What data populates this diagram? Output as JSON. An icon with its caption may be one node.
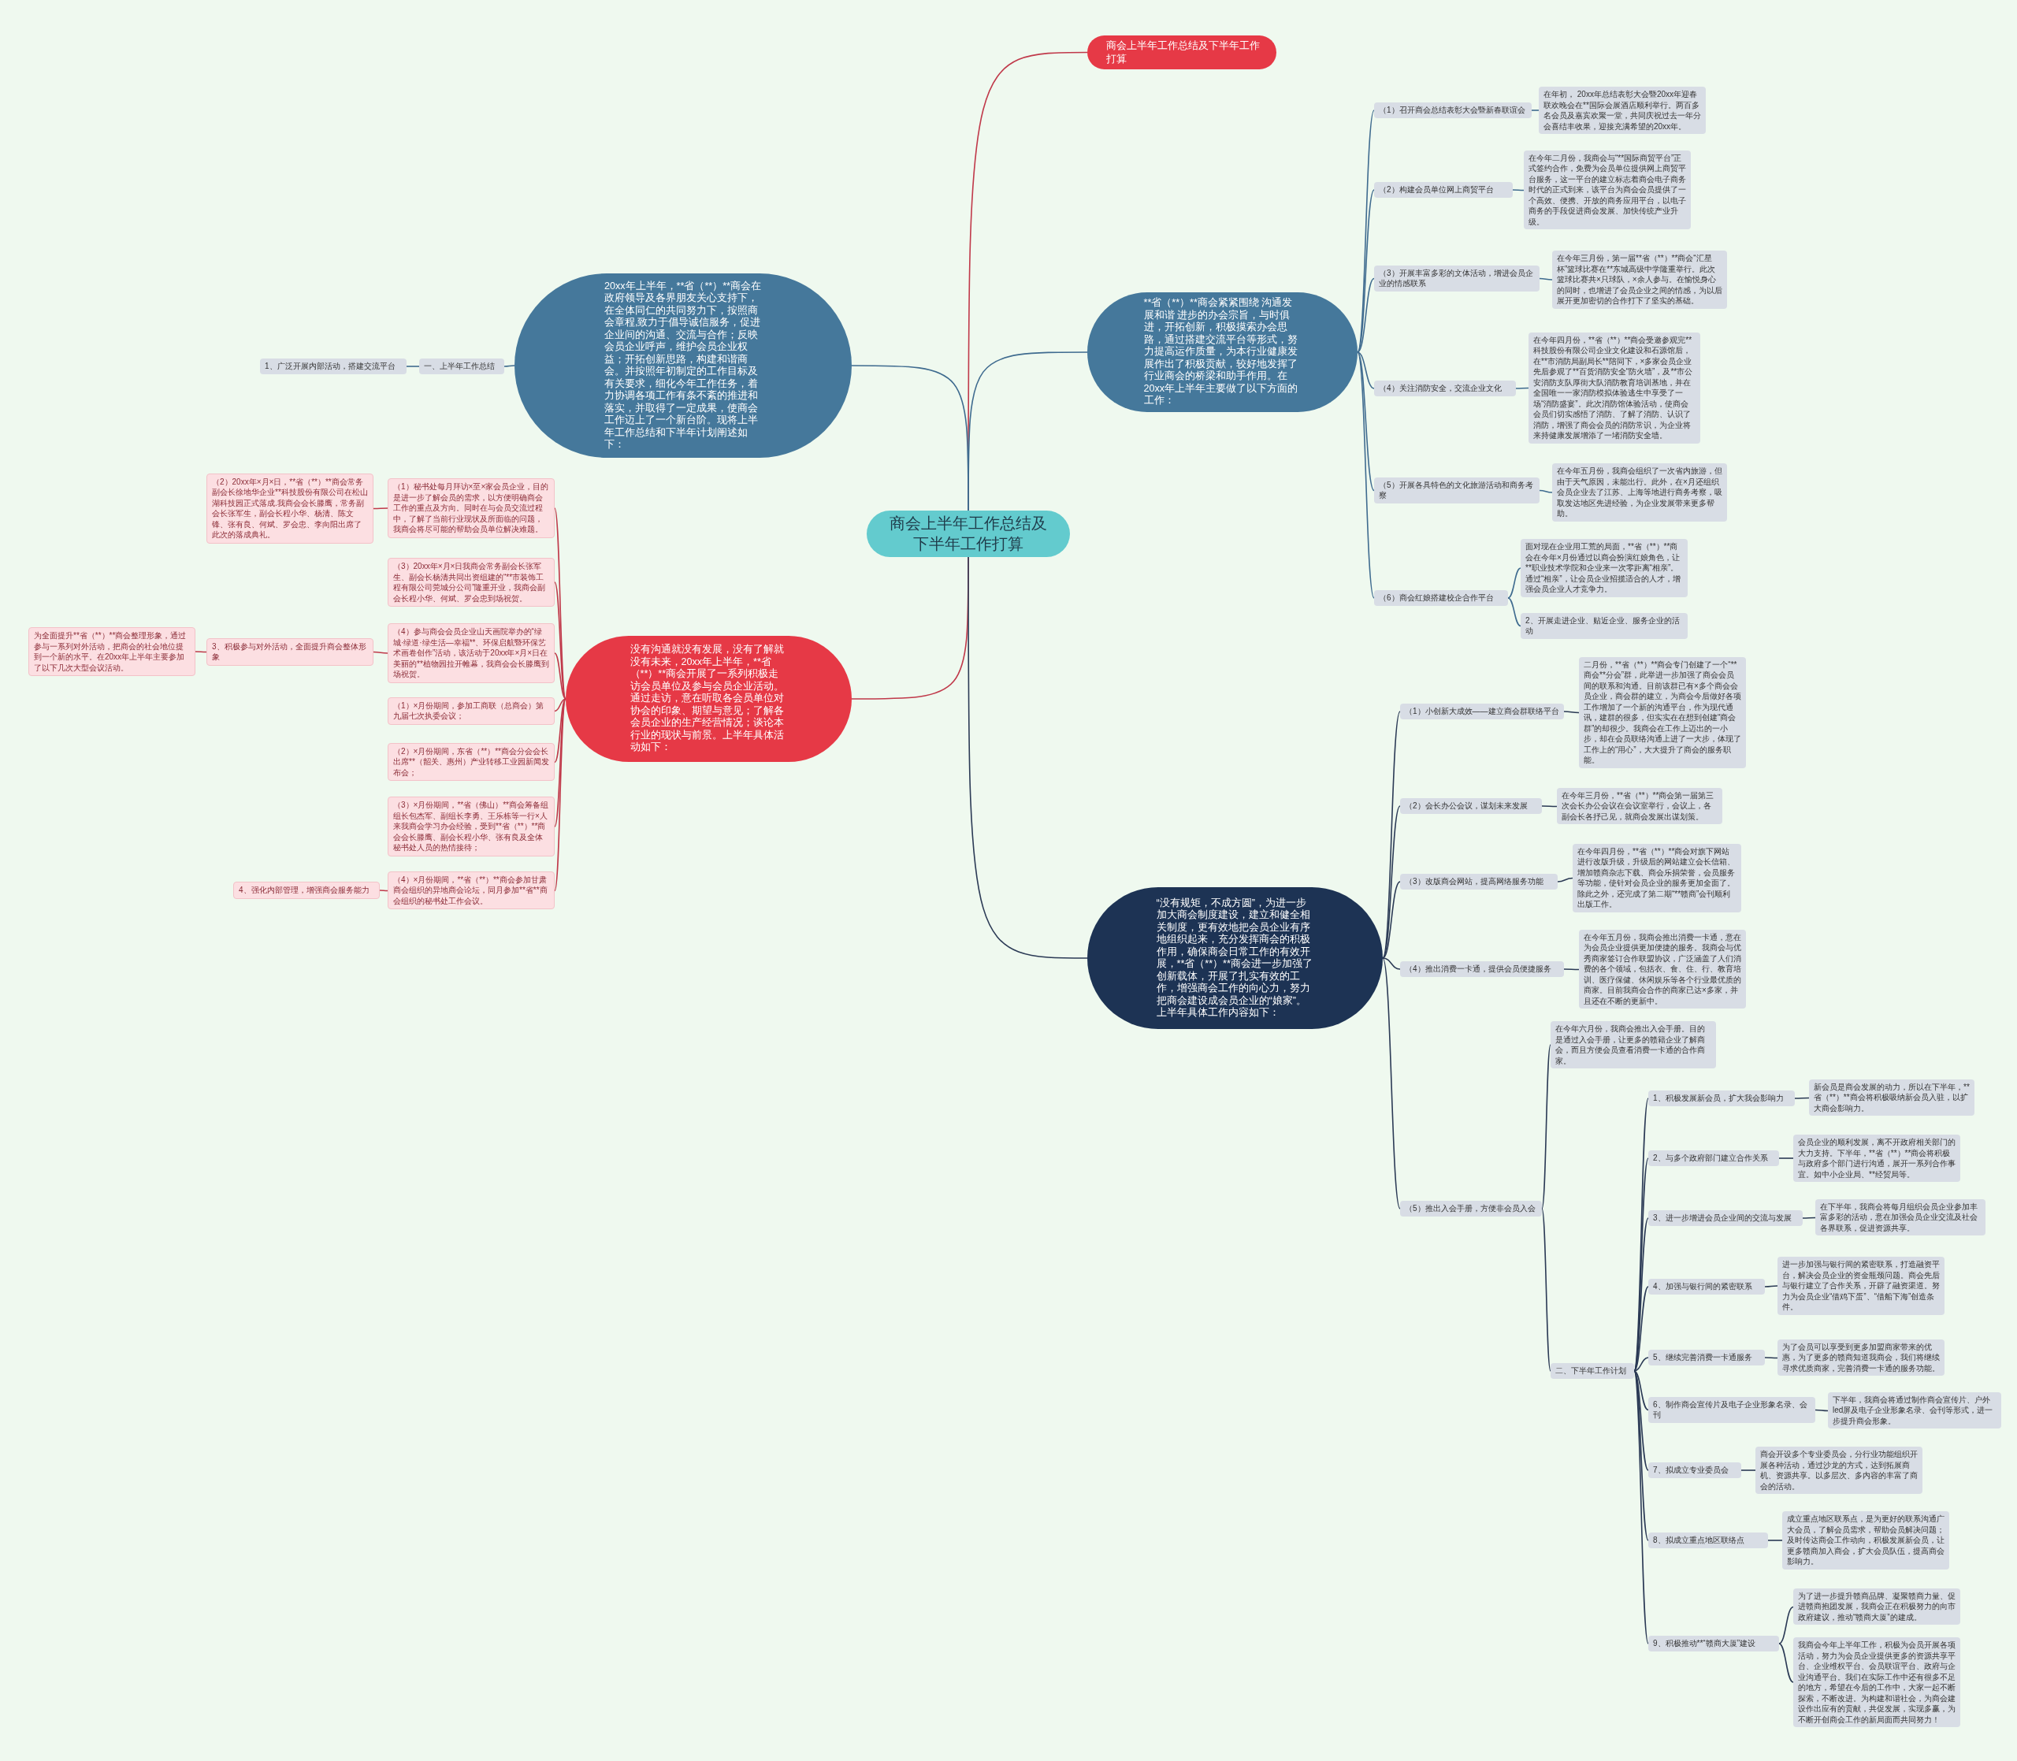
{
  "diagram": {
    "nodes": [
      {
        "text": [
          "商会上半年工作总结及下半年工作打算"
        ]
      },
      {
        "text": [
          "商会上半年工作总结及下半年工作打算"
        ]
      },
      {
        "text": [
          "20xx年上半年，**省（**）**商会在政府领导及各界朋友关心支持下，在全体同仁的共同努力下，按照商会章程,致力于倡导诚信服务，促进企业间的沟通、交流与合作；反映会员企业呼声，维护会员企业权益；开拓创新思路，构建和谐商会。并按照年初制定的工作目标及有关要求，细化今年工作任务，着力协调各项工作有条不紊的推进和落实，并取得了一定成果，使商会工作迈上了一个新台阶。现将上半年工作总结和下半年计划阐述如下："
        ]
      },
      {
        "text": [
          "一、上半年工作总结"
        ]
      },
      {
        "text": [
          "1、广泛开展内部活动，搭建交流平台"
        ]
      },
      {
        "text": [
          "**省（**）**商会紧紧围绕 沟通发展和谐 进步的办会宗旨，与时俱进，开拓创新，积极摸索办会思路，通过搭建交流平台等形式，努力提高运作质量，为本行业健康发展作出了积极贡献，较好地发挥了行业商会的桥梁和助手作用。在20xx年上半年主要做了以下方面的工作："
        ]
      },
      {
        "text": [
          "（1）召开商会总结表彰大会暨新春联谊会"
        ]
      },
      {
        "text": [
          "在年初， 20xx年总结表彰大会暨20xx年迎春联欢晚会在**国际会展酒店顺利举行。两百多名会员及嘉宾欢聚一堂，共同庆祝过去一年分会喜结丰收果，迎接充满希望的20xx年。"
        ]
      },
      {
        "text": [
          "（2）构建会员单位网上商贸平台"
        ]
      },
      {
        "text": [
          "在今年二月份，我商会与“**国际商贸平台”正式签约合作，免费为会员单位提供网上商贸平台服务，这一平台的建立标志着商会电子商务时代的正式到来，该平台为商会会员提供了一个高效、便携、开放的商务应用平台，以电子商务的手段促进商会发展、加快传统产业升级。"
        ]
      },
      {
        "text": [
          "（3）开展丰富多彩的文体活动，增进会员企业的情感联系"
        ]
      },
      {
        "text": [
          "在今年三月份，第一届**省（**）**商会“汇星杯”篮球比赛在**东城高级中学隆重举行。此次篮球比赛共×只球队，×余人参与。在愉悦身心的同时，也增进了会员企业之间的情感，为以后展开更加密切的合作打下了坚实的基础。"
        ]
      },
      {
        "text": [
          "（4）关注消防安全，交流企业文化"
        ]
      },
      {
        "text": [
          "在今年四月份，**省（**）**商会受邀参观完**科技股份有限公司企业文化建设和石源馆后，在**市消防局副局长**陪同下，×多家会员企业先后参观了**百货消防安全“防火墙”，及**市公安消防支队厚街大队消防教育培训基地，并在全国唯一一家消防模拟体验逃生中享受了一场“消防盛宴”。此次消防馆体验活动，使商会会员们切实感悟了消防、了解了消防、认识了消防，增强了商会会员的消防常识，为企业将来持健康发展增添了一堵消防安全墙。"
        ]
      },
      {
        "text": [
          "（5）开展各具特色的文化旅游活动和商务考察"
        ]
      },
      {
        "text": [
          "在今年五月份，我商会组织了一次省内旅游，但由于天气原因，未能出行。此外，在×月还组织会员企业去了江苏、上海等地进行商务考察，吸取发达地区先进经验，为企业发展带来更多帮助。"
        ]
      },
      {
        "text": [
          "（6）商会红娘搭建校企合作平台"
        ]
      },
      {
        "text": [
          "面对现在企业用工荒的局面，**省（**）**商会在今年×月份通过以商会扮演红娘角色，让**职业技术学院和企业来一次零距离“相亲”。通过“相亲”，让会员企业招揽适合的人才，增强会员企业人才竞争力。"
        ]
      },
      {
        "text": [
          "2、开展走进企业、贴近企业、服务企业的活动"
        ]
      },
      {
        "text": [
          "没有沟通就没有发展，没有了解就没有未来，20xx年上半年，**省（**）**商会开展了一系列积极走访会员单位及参与会员企业活动。通过走访，意在听取各会员单位对协会的印象、期望与意见；了解各会员企业的生产经营情况；谈论本行业的现状与前景。上半年具体活动如下："
        ]
      },
      {
        "text": [
          "（1）秘书处每月拜访×至×家会员企业，目的是进一步了解会员的需求，以方便明确商会工作的重点及方向。同时在与会员交流过程中，了解了当前行业现状及所面临的问题，我商会将尽可能的帮助会员单位解决难题。"
        ]
      },
      {
        "text": [
          "（2）20xx年×月×日，**省（**）**商会常务副会长徐地华企业**科技股份有限公司在松山湖科技园正式落成.我商会会长滕鹰，常务副会长张军生，副会长程小华、杨清、陈文锋、张有良、何斌、罗会忠、李向阳出席了此次的落成典礼。"
        ]
      },
      {
        "text": [
          "（3）20xx年×月×日我商会常务副会长张军生、副会长杨清共同出资组建的“**市装饰工程有限公司莞城分公司”隆重开业，我商会副会长程小华、何斌、罗会忠到场祝贺。"
        ]
      },
      {
        "text": [
          "（4）参与商会会员企业山天画院举办的“绿城·绿道·绿生活—幸福**、环保启航暨环保艺术画卷创作”活动，该活动于20xx年×月×日在美丽的**植物园拉开帷幕，我商会会长滕鹰到场祝贺。"
        ]
      },
      {
        "text": [
          "3、积极参与对外活动，全面提升商会整体形象"
        ]
      },
      {
        "text": [
          "为全面提升**省（**）**商会整理形象，通过参与一系列对外活动，把商会的社会地位提到一个新的水平。在20xx年上半年主要参加了以下几次大型会议活动。"
        ]
      },
      {
        "text": [
          "（1）×月份期间，参加工商联（总商会）第九届七次执委会议；"
        ]
      },
      {
        "text": [
          "（2）×月份期间，东省（**）**商会分会会长出席**（韶关、惠州）产业转移工业园新闻发布会；"
        ]
      },
      {
        "text": [
          "（3）×月份期间，**省（佛山）**商会筹备组组长包杰军、副组长李勇、王乐栋等一行×人来我商会学习办会经验，受到**省（**）**商会会长滕鹰、副会长程小华、张有良及全体秘书处人员的热情接待；"
        ]
      },
      {
        "text": [
          "（4）×月份期间，**省（**）**商会参加甘肃商会组织的异地商会论坛，同月参加**省**商会组织的秘书处工作会议。"
        ]
      },
      {
        "text": [
          "4、强化内部管理，增强商会服务能力"
        ]
      },
      {
        "text": [
          "“没有规矩，不成方圆”，为进一步加大商会制度建设，建立和健全相关制度，更有效地把会员企业有序地组织起来，充分发挥商会的积极作用，确保商会日常工作的有效开展，**省（**）**商会进一步加强了创新载体，开展了扎实有效的工作，增强商会工作的向心力，努力把商会建设成会员企业的“娘家”。上半年具体工作内容如下："
        ]
      },
      {
        "text": [
          "（1）小创新大成效——建立商会群联络平台"
        ]
      },
      {
        "text": [
          "二月份，**省（**）**商会专门创建了一个“**商会**分会”群，此举进一步加强了商会会员间的联系和沟通。目前该群已有×多个商会会员企业，商会群的建立，为商会今后做好各项工作增加了一个新的沟通平台，作为现代通讯，建群的很多，但实实在在想到创建“商会群”的却很少。我商会在工作上迈出的一小步，却在会员联络沟通上进了一大步，体现了工作上的“用心”，大大提升了商会的服务职能。"
        ]
      },
      {
        "text": [
          "（2）会长办公会议，谋划未来发展"
        ]
      },
      {
        "text": [
          "在今年三月份，**省（**）**商会第一届第三次会长办公会议在会议室举行，会议上，各副会长各抒己见，就商会发展出谋划策。"
        ]
      },
      {
        "text": [
          "（3）改版商会网站，提高网络服务功能"
        ]
      },
      {
        "text": [
          "在今年四月份，**省（**）**商会对旗下网站进行改版升级，升级后的网站建立会长信箱、增加赣商杂志下载、商会乐捐荣誉，会员服务等功能，使针对会员企业的服务更加全面了。除此之外，还完成了第二期“**赣商”会刊顺利出版工作。"
        ]
      },
      {
        "text": [
          "（4）推出消费一卡通，提供会员便捷服务"
        ]
      },
      {
        "text": [
          "在今年五月份，我商会推出消费一卡通，意在为会员企业提供更加便捷的服务。我商会与优秀商家签订合作联盟协议，广泛涵盖了人们消费的各个领域，包括衣、食、住、行、教育培训、医疗保健、休闲娱乐等各个行业最优质的商家。目前我商会合作的商家已达×多家，并且还在不断的更新中。"
        ]
      },
      {
        "text": [
          "（5）推出入会手册，方便非会员入会"
        ]
      },
      {
        "text": [
          "在今年六月份，我商会推出入会手册。目的是通过入会手册，让更多的赣籍企业了解商会，而且方便会员查看消费一卡通的合作商家。"
        ]
      },
      {
        "text": [
          "二、下半年工作计划"
        ]
      },
      {
        "text": [
          "1、积极发展新会员，扩大我会影响力"
        ]
      },
      {
        "text": [
          "新会员是商会发展的动力，所以在下半年，**省（**）**商会将积极吸纳新会员入驻，以扩大商会影响力。"
        ]
      },
      {
        "text": [
          "2、与多个政府部门建立合作关系"
        ]
      },
      {
        "text": [
          "会员企业的顺利发展，离不开政府相关部门的大力支持。下半年，**省（**）**商会将积极与政府多个部门进行沟通，展开一系列合作事宜。如中小企业局、**经贸局等。"
        ]
      },
      {
        "text": [
          "3、进一步增进会员企业间的交流与发展"
        ]
      },
      {
        "text": [
          "在下半年，我商会将每月组织会员企业参加丰富多彩的活动，意在加强会员企业交流及社会各界联系，促进资源共享。"
        ]
      },
      {
        "text": [
          "4、加强与银行间的紧密联系"
        ]
      },
      {
        "text": [
          "进一步加强与银行间的紧密联系，打造融资平台，解决会员企业的资金瓶颈问题。商会先后与银行建立了合作关系，开辟了融资渠道。努力为会员企业“借鸡下蛋”、“借船下海”创造条件。"
        ]
      },
      {
        "text": [
          "5、继续完善消费一卡通服务"
        ]
      },
      {
        "text": [
          "为了会员可以享受到更多加盟商家带来的优惠，为了更多的赣商知道我商会，我们将继续寻求优质商家，完善消费一卡通的服务功能。"
        ]
      },
      {
        "text": [
          "6、制作商会宣传片及电子企业形象名录、会刊"
        ]
      },
      {
        "text": [
          "下半年，我商会将通过制作商会宣传片、户外led屏及电子企业形象名录、会刊等形式，进一步提升商会形象。"
        ]
      },
      {
        "text": [
          "7、拟成立专业委员会"
        ]
      },
      {
        "text": [
          "商会开设多个专业委员会，分行业功能组织开展各种活动，通过沙龙的方式，达到拓展商机、资源共享。以多层次、多内容的丰富了商会的活动。"
        ]
      },
      {
        "text": [
          "8、拟成立重点地区联络点"
        ]
      },
      {
        "text": [
          "成立重点地区联系点，是为更好的联系沟通广大会员，了解会员需求，帮助会员解决问题；及时传达商会工作动向，积极发展新会员，让更多赣商加入商会，扩大会员队伍，提高商会影响力。"
        ]
      },
      {
        "text": [
          "9、积极推动**“赣商大厦”建设"
        ]
      },
      {
        "text": [
          "为了进一步提升赣商品牌、凝聚赣商力量、促进赣商抱团发展，我商会正在积极努力的向市政府建议，推动“赣商大厦”的建成。"
        ]
      },
      {
        "text": [
          "我商会今年上半年工作，积极为会员开展各项活动，努力为会员企业提供更多的资源共享平台、企业维权平台、会员联谊平台、政府与企业沟通平台。我们在实际工作中还有很多不足的地方，希望在今后的工作中，大家一起不断探索，不断改进。为构建和谐社会，为商会建设作出应有的贡献，共促发展，实现多赢，为不断开创商会工作的新局面而共同努力！"
        ]
      }
    ],
    "edges": [
      {
        "from": 0,
        "to": 1,
        "arrow": "none",
        "color": "#c0394a"
      },
      {
        "from": 0,
        "to": 2,
        "arrow": "none",
        "color": "#3f6b8f"
      },
      {
        "from": 0,
        "to": 5,
        "arrow": "none",
        "color": "#3f6b8f"
      },
      {
        "from": 0,
        "to": 19,
        "arrow": "none",
        "color": "#c0394a"
      },
      {
        "from": 0,
        "to": 31,
        "arrow": "none"
      },
      {
        "from": 2,
        "to": 3,
        "arrow": "none",
        "color": "#3f6b8f"
      },
      {
        "from": 3,
        "to": 4,
        "arrow": "none",
        "color": "#3f6b8f"
      },
      {
        "from": 5,
        "to": 6,
        "arrow": "none",
        "color": "#3f6b8f"
      },
      {
        "from": 5,
        "to": 8,
        "arrow": "none",
        "color": "#3f6b8f"
      },
      {
        "from": 5,
        "to": 10,
        "arrow": "none",
        "color": "#3f6b8f"
      },
      {
        "from": 5,
        "to": 12,
        "arrow": "none",
        "color": "#3f6b8f"
      },
      {
        "from": 5,
        "to": 14,
        "arrow": "none",
        "color": "#3f6b8f"
      },
      {
        "from": 5,
        "to": 16,
        "arrow": "none",
        "color": "#3f6b8f"
      },
      {
        "from": 6,
        "to": 7,
        "arrow": "none",
        "color": "#3f6b8f"
      },
      {
        "from": 8,
        "to": 9,
        "arrow": "none",
        "color": "#3f6b8f"
      },
      {
        "from": 10,
        "to": 11,
        "arrow": "none",
        "color": "#3f6b8f"
      },
      {
        "from": 12,
        "to": 13,
        "arrow": "none",
        "color": "#3f6b8f"
      },
      {
        "from": 14,
        "to": 15,
        "arrow": "none",
        "color": "#3f6b8f"
      },
      {
        "from": 16,
        "to": 17,
        "arrow": "none",
        "color": "#3f6b8f"
      },
      {
        "from": 16,
        "to": 18,
        "arrow": "none",
        "color": "#3f6b8f"
      },
      {
        "from": 19,
        "to": 20,
        "arrow": "none",
        "color": "#c0394a"
      },
      {
        "from": 19,
        "to": 22,
        "arrow": "none",
        "color": "#c0394a"
      },
      {
        "from": 19,
        "to": 23,
        "arrow": "none",
        "color": "#c0394a"
      },
      {
        "from": 19,
        "to": 26,
        "arrow": "none",
        "color": "#c0394a"
      },
      {
        "from": 19,
        "to": 27,
        "arrow": "none",
        "color": "#c0394a"
      },
      {
        "from": 19,
        "to": 28,
        "arrow": "none",
        "color": "#c0394a"
      },
      {
        "from": 19,
        "to": 29,
        "arrow": "none",
        "color": "#c0394a"
      },
      {
        "from": 20,
        "to": 21,
        "arrow": "none",
        "color": "#c0394a"
      },
      {
        "from": 23,
        "to": 24,
        "arrow": "none",
        "color": "#c0394a"
      },
      {
        "from": 24,
        "to": 25,
        "arrow": "none",
        "color": "#c0394a"
      },
      {
        "from": 29,
        "to": 30,
        "arrow": "none",
        "color": "#c0394a"
      },
      {
        "from": 31,
        "to": 32,
        "arrow": "none"
      },
      {
        "from": 31,
        "to": 34,
        "arrow": "none"
      },
      {
        "from": 31,
        "to": 36,
        "arrow": "none"
      },
      {
        "from": 31,
        "to": 38,
        "arrow": "none"
      },
      {
        "from": 31,
        "to": 40,
        "arrow": "none"
      },
      {
        "from": 32,
        "to": 33,
        "arrow": "none"
      },
      {
        "from": 34,
        "to": 35,
        "arrow": "none"
      },
      {
        "from": 36,
        "to": 37,
        "arrow": "none"
      },
      {
        "from": 38,
        "to": 39,
        "arrow": "none"
      },
      {
        "from": 40,
        "to": 41,
        "arrow": "none"
      },
      {
        "from": 40,
        "to": 42,
        "arrow": "none"
      },
      {
        "from": 42,
        "to": 43,
        "arrow": "none"
      },
      {
        "from": 42,
        "to": 45,
        "arrow": "none"
      },
      {
        "from": 42,
        "to": 47,
        "arrow": "none"
      },
      {
        "from": 42,
        "to": 49,
        "arrow": "none"
      },
      {
        "from": 42,
        "to": 51,
        "arrow": "none"
      },
      {
        "from": 42,
        "to": 53,
        "arrow": "none"
      },
      {
        "from": 42,
        "to": 55,
        "arrow": "none"
      },
      {
        "from": 42,
        "to": 57,
        "arrow": "none"
      },
      {
        "from": 42,
        "to": 59,
        "arrow": "none"
      },
      {
        "from": 43,
        "to": 44,
        "arrow": "none"
      },
      {
        "from": 45,
        "to": 46,
        "arrow": "none"
      },
      {
        "from": 47,
        "to": 48,
        "arrow": "none"
      },
      {
        "from": 49,
        "to": 50,
        "arrow": "none"
      },
      {
        "from": 51,
        "to": 52,
        "arrow": "none"
      },
      {
        "from": 53,
        "to": 54,
        "arrow": "none"
      },
      {
        "from": 55,
        "to": 56,
        "arrow": "none"
      },
      {
        "from": 57,
        "to": 58,
        "arrow": "none"
      },
      {
        "from": 59,
        "to": 60,
        "arrow": "none"
      },
      {
        "from": 59,
        "to": 61,
        "arrow": "none"
      }
    ]
  }
}
